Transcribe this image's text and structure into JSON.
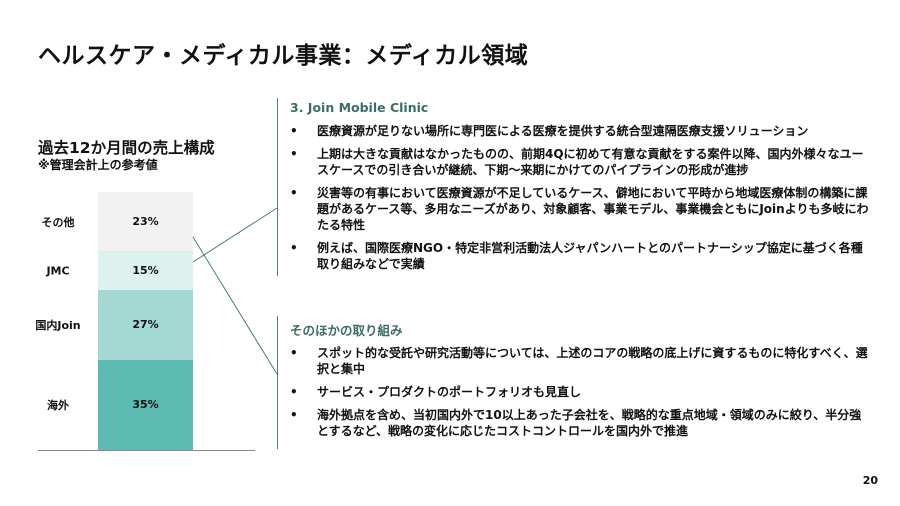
{
  "title": "ヘルスケア・メディカル事業：メディカル領域",
  "chart": {
    "title": "過去12か月間の売上構成",
    "subtitle": "※管理会計上の参考値"
  },
  "chart_data": {
    "type": "bar",
    "stacked": true,
    "title": "過去12か月間の売上構成",
    "categories": [
      "その他",
      "JMC",
      "国内Join",
      "海外"
    ],
    "values": [
      23,
      15,
      27,
      35
    ],
    "labels": [
      "23%",
      "15%",
      "27%",
      "35%"
    ],
    "colors": [
      "#f2f2f2",
      "#dcf0ee",
      "#a3d8d3",
      "#5cbab2"
    ]
  },
  "section1": {
    "heading": "3. Join Mobile Clinic",
    "bullets": [
      "医療資源が足りない場所に専門医による医療を提供する統合型遠隔医療支援ソリューション",
      "上期は大きな貢献はなかったものの、前期4Qに初めて有意な貢献をする案件以降、国内外様々なユースケースでの引き合いが継続、下期～来期にかけてのパイプラインの形成が進捗",
      "災害等の有事において医療資源が不足しているケース、僻地において平時から地域医療体制の構築に課題があるケース等、多用なニーズがあり、対象顧客、事業モデル、事業機会ともにJoinよりも多岐にわたる特性",
      "例えば、国際医療NGO・特定非営利活動法人ジャパンハートとのパートナーシップ協定に基づく各種取り組みなどで実績"
    ]
  },
  "section2": {
    "heading": "そのほかの取り組み",
    "bullets": [
      "スポット的な受託や研究活動等については、上述のコアの戦略の底上げに資するものに特化すべく、選択と集中",
      "サービス・プロダクトのポートフォリオも見直し",
      "海外拠点を含め、当初国内外で10以上あった子会社を、戦略的な重点地域・領域のみに絞り、半分強とするなど、戦略の変化に応じたコストコントロールを国内外で推進"
    ]
  },
  "page_number": "20"
}
